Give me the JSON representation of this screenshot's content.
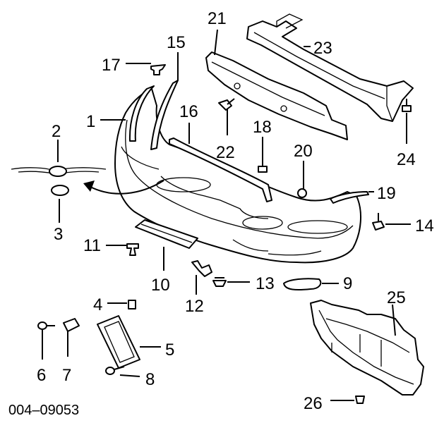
{
  "diagram": {
    "callouts": [
      "1",
      "2",
      "3",
      "4",
      "5",
      "6",
      "7",
      "8",
      "9",
      "10",
      "11",
      "12",
      "13",
      "14",
      "15",
      "16",
      "17",
      "18",
      "19",
      "20",
      "21",
      "22",
      "23",
      "24",
      "25",
      "26"
    ],
    "reference_code": "004–09053"
  }
}
